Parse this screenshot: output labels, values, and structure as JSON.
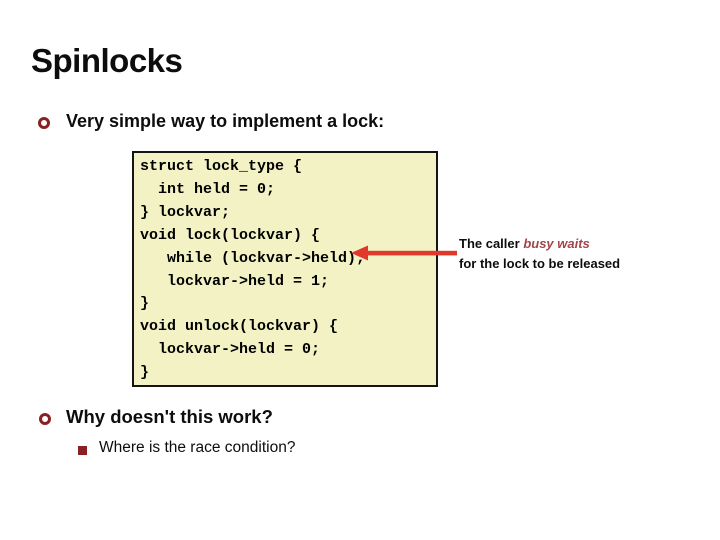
{
  "slide": {
    "title": "Spinlocks",
    "bullets": {
      "b1": "Very simple way to implement a lock:",
      "b2": "Why doesn't this work?",
      "sub": "Where is the race condition?"
    },
    "code": {
      "lines": [
        "struct lock_type {",
        "  int held = 0;",
        "} lockvar;",
        "void lock(lockvar) {",
        "   while (lockvar->held);",
        "   lockvar->held = 1;",
        "}",
        "void unlock(lockvar) {",
        "  lockvar->held = 0;",
        "}"
      ]
    },
    "annotation": {
      "prefix": "The caller ",
      "highlight": "busy waits",
      "line2": "for the lock to be released"
    },
    "colors": {
      "bullet": "#8b2022",
      "arrow": "#e0392c",
      "highlight": "#a2454c",
      "code-bg": "#f2f2c4",
      "code-border": "#141414",
      "text": "#0d0d0d"
    }
  }
}
